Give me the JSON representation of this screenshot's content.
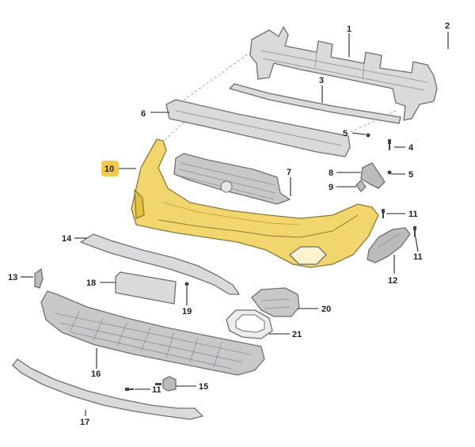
{
  "callouts": {
    "c1": "1",
    "c2": "2",
    "c3": "3",
    "c4": "4",
    "c5a": "5",
    "c5b": "5",
    "c6": "6",
    "c7": "7",
    "c8": "8",
    "c9": "9",
    "c10": "10",
    "c11a": "11",
    "c11b": "11",
    "c11c": "11",
    "c12": "12",
    "c13": "13",
    "c14": "14",
    "c15": "15",
    "c16": "16",
    "c17": "17",
    "c18": "18",
    "c19": "19",
    "c20": "20",
    "c21": "21"
  },
  "colors": {
    "bumper": "#f1d66d",
    "highlight_badge": "#f3c94a",
    "part_grey": "#d9dadb",
    "outline": "#6f6f6f"
  },
  "highlighted_part": "10"
}
